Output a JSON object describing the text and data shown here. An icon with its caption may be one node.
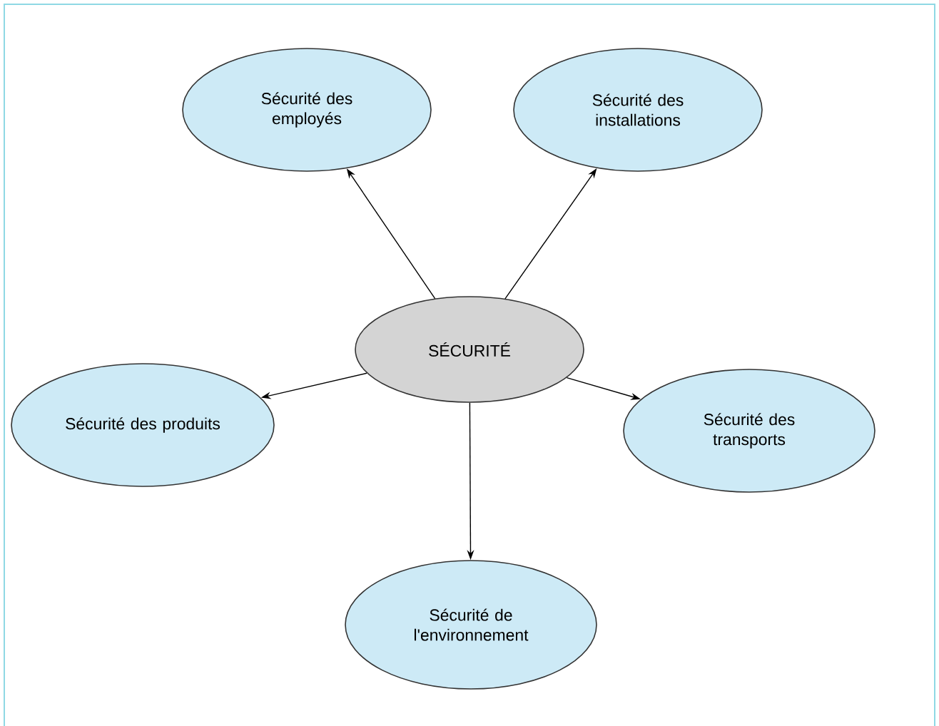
{
  "diagram": {
    "nodes": [
      {
        "text": [
          "SÉCURITÉ"
        ]
      },
      {
        "text": [
          "Sécurité des employés"
        ]
      },
      {
        "text": [
          "Sécurité des installations"
        ]
      },
      {
        "text": [
          "Sécurité des produits"
        ]
      },
      {
        "text": [
          "Sécurité des transports"
        ]
      },
      {
        "text": [
          "Sécurité de l'environnement"
        ]
      }
    ],
    "edges": [
      {
        "from": 0,
        "to": 1,
        "arrow": "to"
      },
      {
        "from": 0,
        "to": 2,
        "arrow": "to"
      },
      {
        "from": 0,
        "to": 3,
        "arrow": "to"
      },
      {
        "from": 0,
        "to": 4,
        "arrow": "to"
      },
      {
        "from": 0,
        "to": 5,
        "arrow": "to"
      }
    ]
  }
}
